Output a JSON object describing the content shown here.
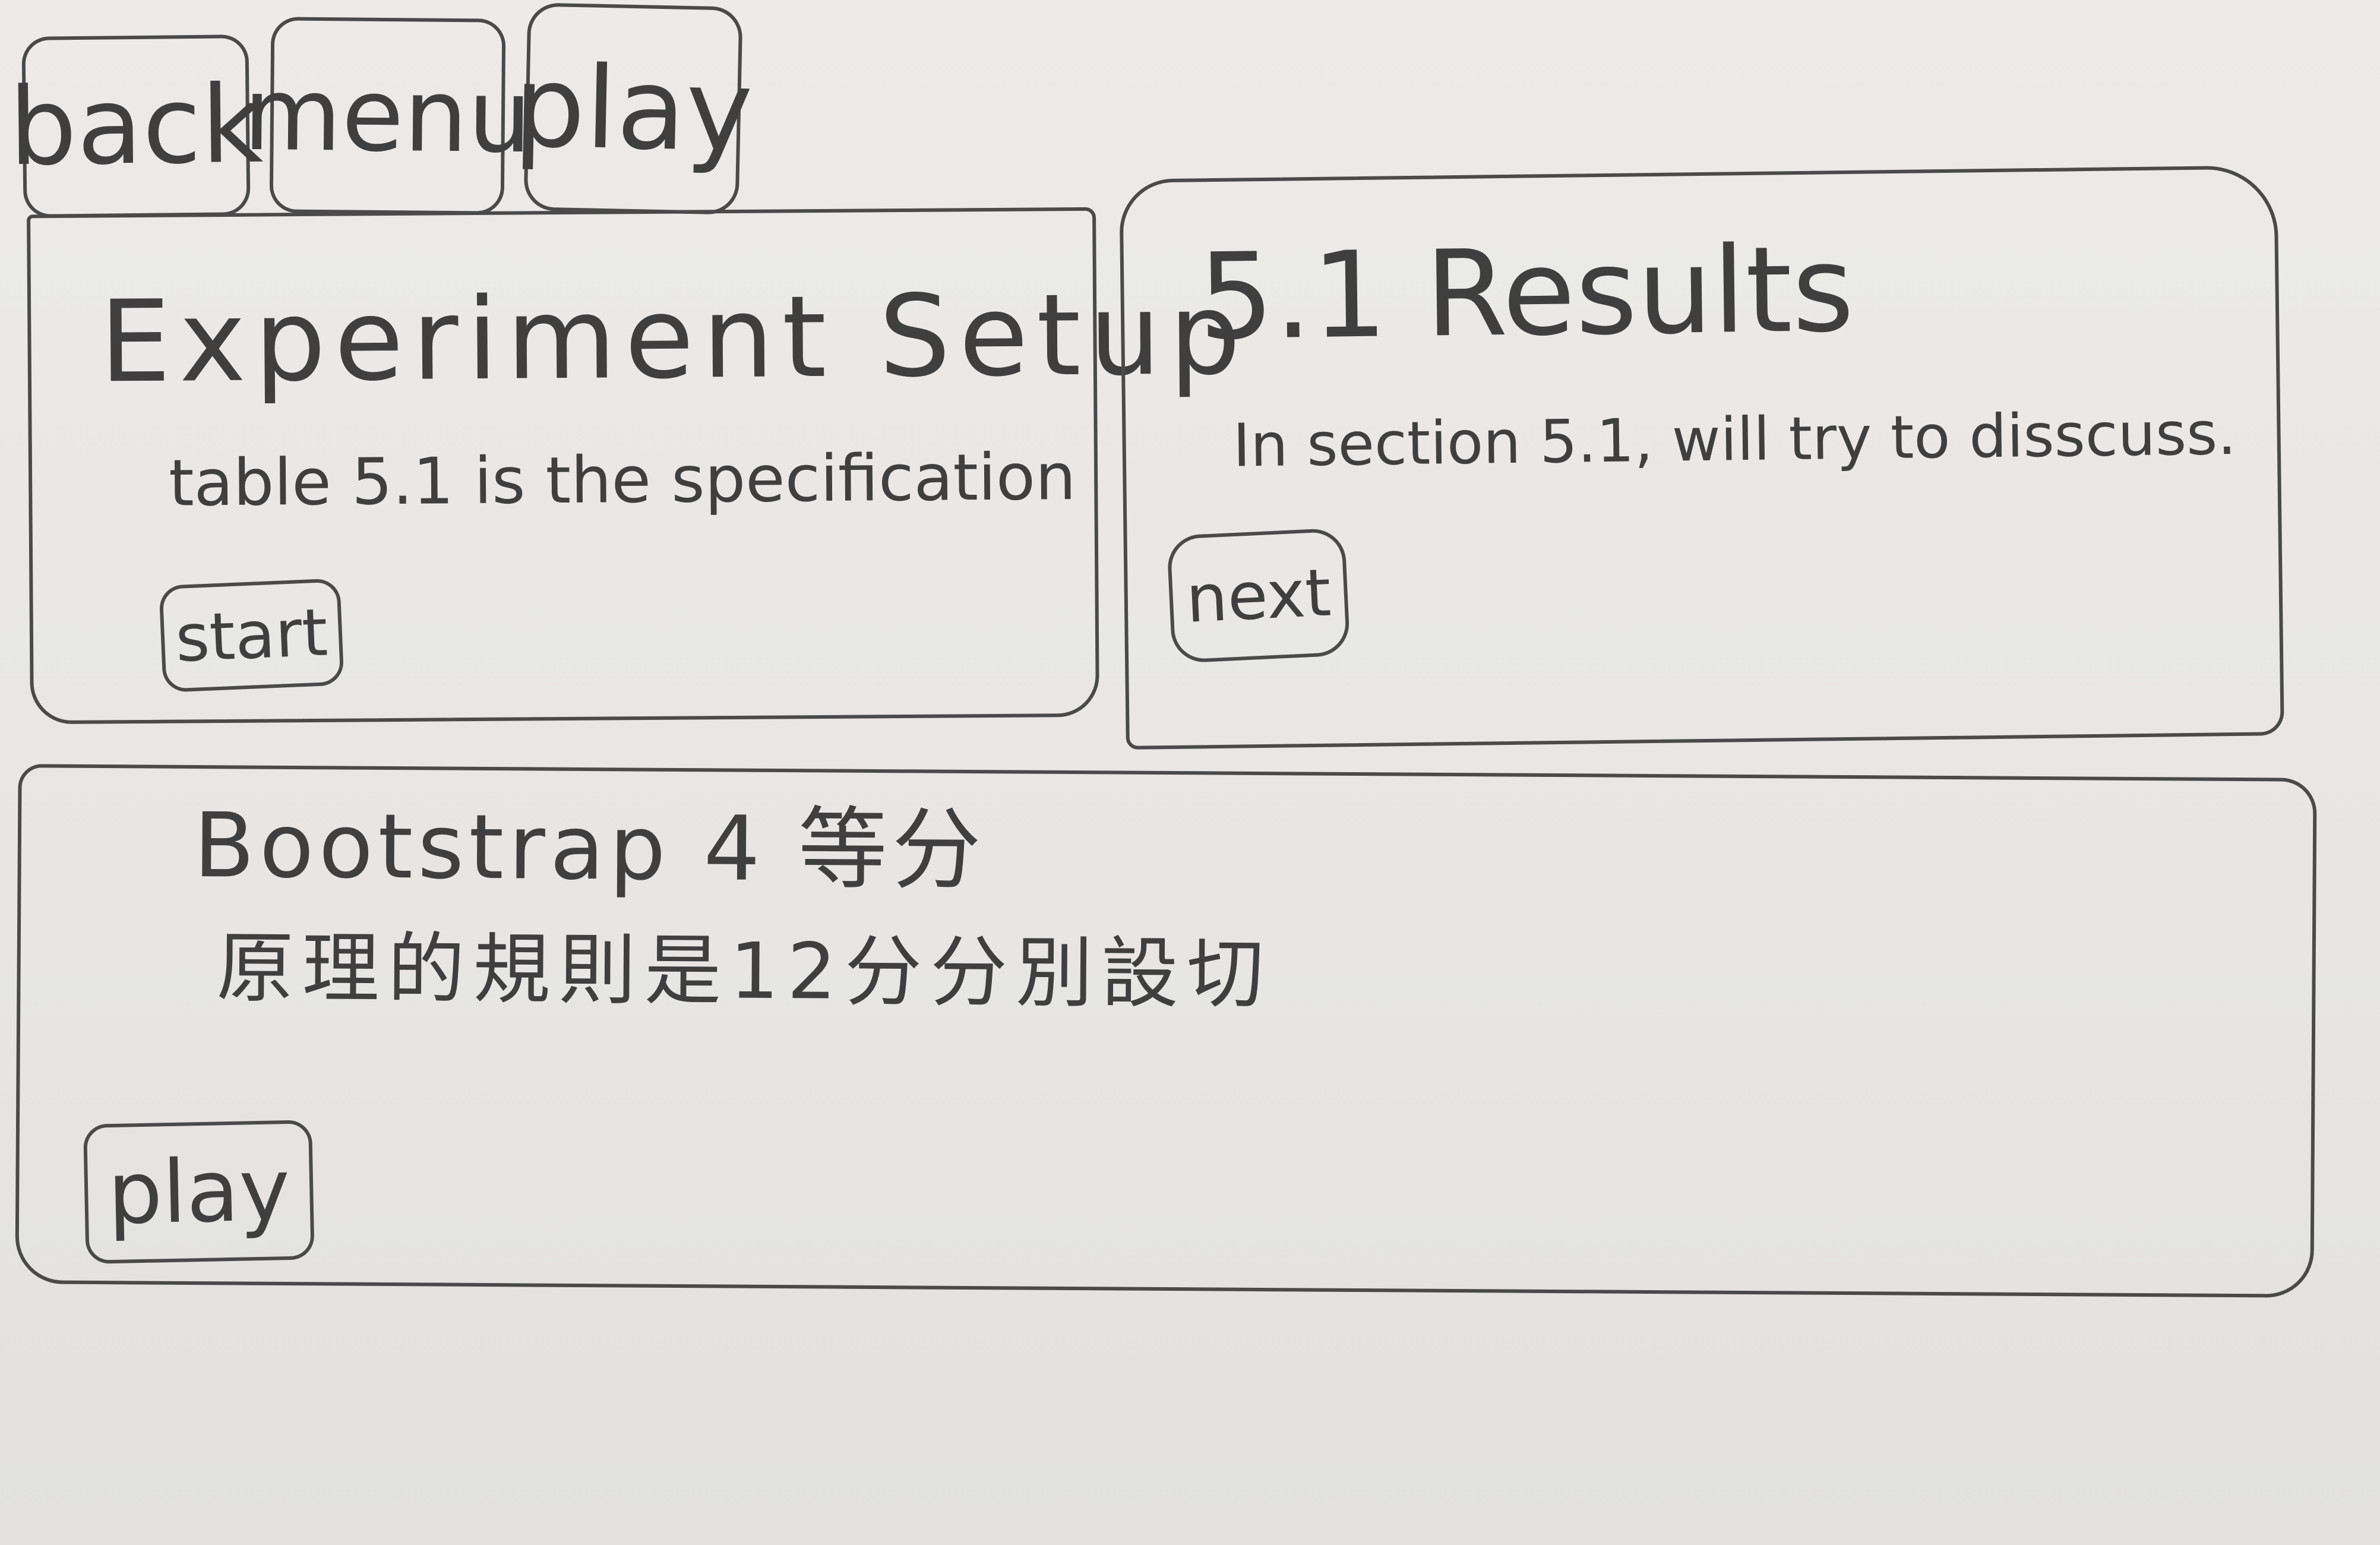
{
  "toolbar": {
    "back_label": "back",
    "menu_label": "menu",
    "play_label": "play"
  },
  "panels": {
    "experiment": {
      "title": "Experiment Setup",
      "body": "table 5.1 is the specification",
      "button_label": "start"
    },
    "results": {
      "title": "5.1 Results",
      "body": "In section 5.1, will try to disscuss.",
      "button_label": "next"
    },
    "bootstrap": {
      "title": "Bootstrap 4 等分",
      "body": "原理的規則是12分分別設切",
      "button_label": "play"
    }
  }
}
